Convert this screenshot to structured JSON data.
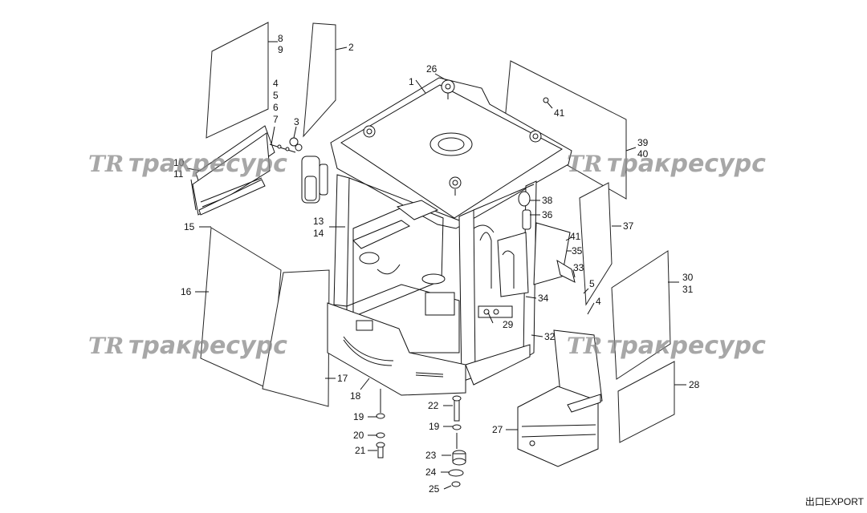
{
  "watermark": {
    "logo": "TR",
    "text": "тракресурс"
  },
  "footer": "出口EXPORT",
  "callouts": [
    {
      "id": "c1",
      "text": "1"
    },
    {
      "id": "c2",
      "text": "2"
    },
    {
      "id": "c3",
      "text": "3"
    },
    {
      "id": "c4a",
      "text": "4"
    },
    {
      "id": "c5a",
      "text": "5"
    },
    {
      "id": "c6",
      "text": "6"
    },
    {
      "id": "c7",
      "text": "7"
    },
    {
      "id": "c8",
      "text": "8"
    },
    {
      "id": "c9",
      "text": "9"
    },
    {
      "id": "c10",
      "text": "10"
    },
    {
      "id": "c11",
      "text": "11"
    },
    {
      "id": "c13",
      "text": "13"
    },
    {
      "id": "c14",
      "text": "14"
    },
    {
      "id": "c15",
      "text": "15"
    },
    {
      "id": "c16",
      "text": "16"
    },
    {
      "id": "c17",
      "text": "17"
    },
    {
      "id": "c18",
      "text": "18"
    },
    {
      "id": "c19a",
      "text": "19"
    },
    {
      "id": "c19b",
      "text": "19"
    },
    {
      "id": "c20",
      "text": "20"
    },
    {
      "id": "c21",
      "text": "21"
    },
    {
      "id": "c22",
      "text": "22"
    },
    {
      "id": "c23",
      "text": "23"
    },
    {
      "id": "c24",
      "text": "24"
    },
    {
      "id": "c25",
      "text": "25"
    },
    {
      "id": "c26",
      "text": "26"
    },
    {
      "id": "c27",
      "text": "27"
    },
    {
      "id": "c28",
      "text": "28"
    },
    {
      "id": "c29",
      "text": "29"
    },
    {
      "id": "c30",
      "text": "30"
    },
    {
      "id": "c31",
      "text": "31"
    },
    {
      "id": "c32",
      "text": "32"
    },
    {
      "id": "c33",
      "text": "33"
    },
    {
      "id": "c34",
      "text": "34"
    },
    {
      "id": "c35",
      "text": "35"
    },
    {
      "id": "c36",
      "text": "36"
    },
    {
      "id": "c37",
      "text": "37"
    },
    {
      "id": "c38",
      "text": "38"
    },
    {
      "id": "c39",
      "text": "39"
    },
    {
      "id": "c40",
      "text": "40"
    },
    {
      "id": "c41a",
      "text": "41"
    },
    {
      "id": "c41b",
      "text": "41"
    },
    {
      "id": "c4b",
      "text": "4"
    },
    {
      "id": "c5b",
      "text": "5"
    }
  ]
}
